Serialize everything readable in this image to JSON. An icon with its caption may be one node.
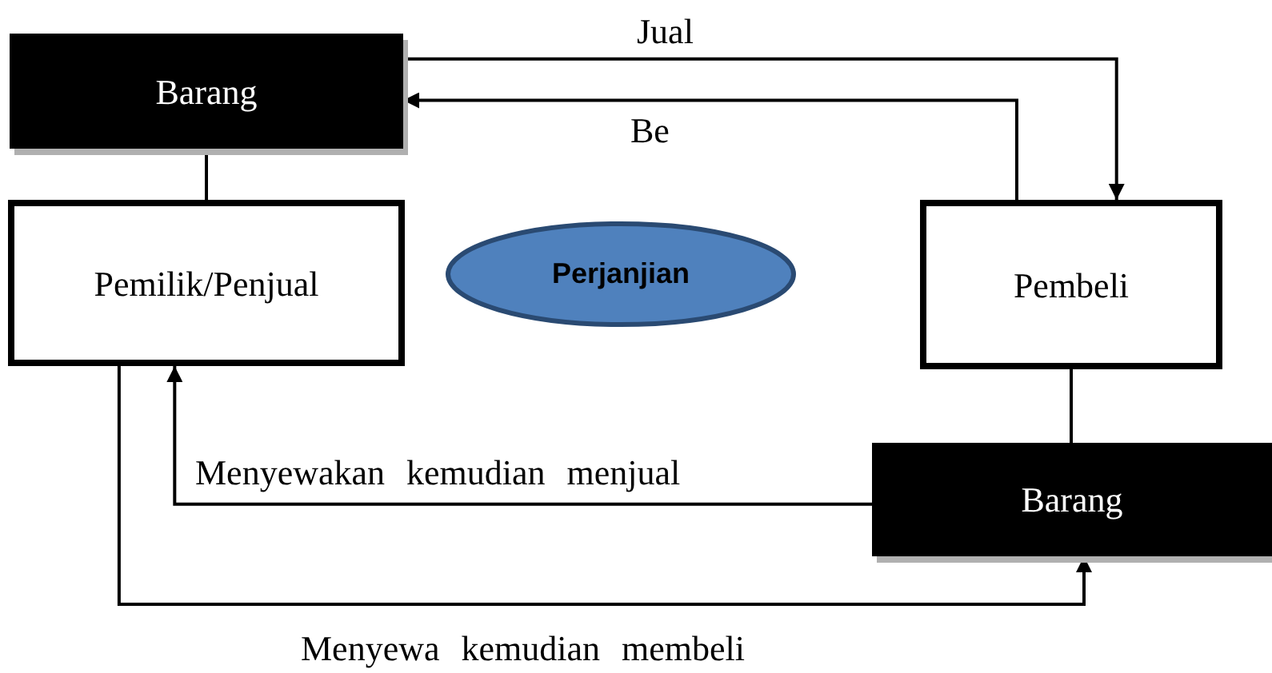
{
  "diagram": {
    "nodes": [
      {
        "text": [
          "Barang"
        ]
      },
      {
        "text": [
          "Pemilik/Penjual"
        ]
      },
      {
        "text": [
          "Perjanjian"
        ]
      },
      {
        "text": [
          "Pembeli"
        ]
      },
      {
        "text": [
          "Barang"
        ]
      }
    ],
    "edges": [
      {
        "from": 0,
        "to": 3,
        "arrow": "to",
        "label": "Jual"
      },
      {
        "from": 3,
        "to": 0,
        "arrow": "to",
        "label": "Be"
      },
      {
        "from": 0,
        "to": 1,
        "arrow": "none"
      },
      {
        "from": 3,
        "to": 4,
        "arrow": "none"
      },
      {
        "from": 4,
        "to": 1,
        "arrow": "to",
        "label": "Menyewakan kemudian menjual"
      },
      {
        "from": 1,
        "to": 4,
        "arrow": "to",
        "label": "Menyewa kemudian membeli"
      }
    ]
  }
}
